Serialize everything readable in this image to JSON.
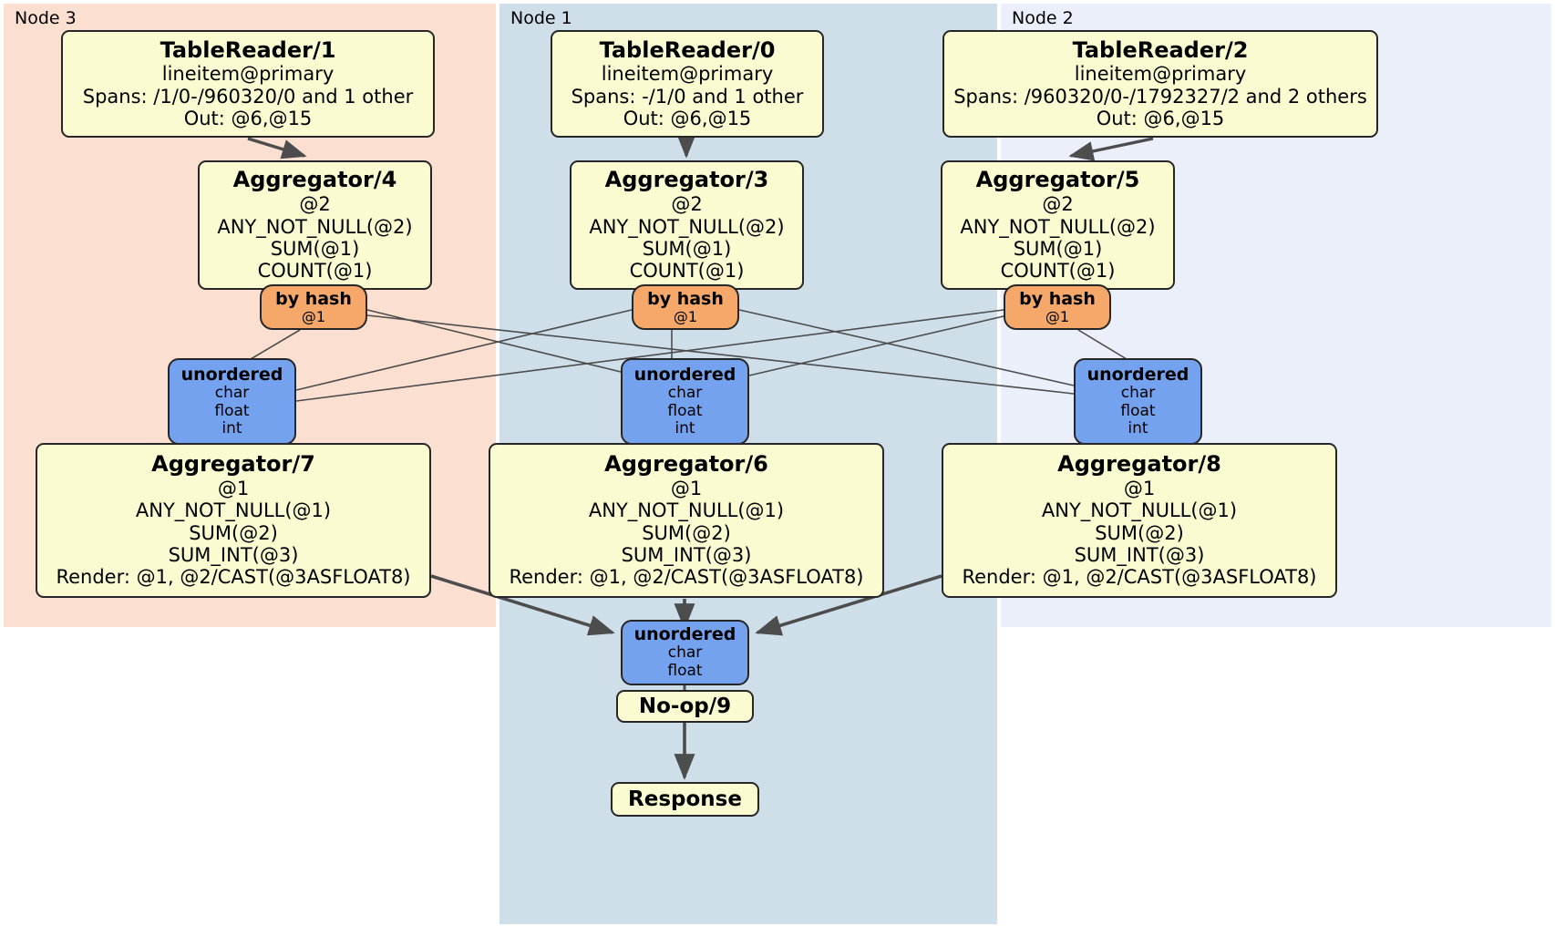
{
  "diagram": {
    "type": "distributed-query-plan",
    "colors": {
      "cluster_node3": "#fbe0d1",
      "cluster_node1": "#cfdfe9",
      "cluster_node2": "#eaeff9",
      "processor_box": "#fbfbd2",
      "router_box": "#f6a86a",
      "synchronizer_box": "#74a2ee",
      "edge": "#4d4d4d",
      "border": "#262626"
    }
  },
  "clusters": [
    {
      "id": "node3",
      "label": "Node 3"
    },
    {
      "id": "node1",
      "label": "Node 1"
    },
    {
      "id": "node2",
      "label": "Node 2"
    }
  ],
  "nodes": {
    "tablereader1": {
      "title": "TableReader/1",
      "lines": [
        "lineitem@primary",
        "Spans: /1/0-/960320/0 and 1 other",
        "Out: @6,@15"
      ]
    },
    "tablereader0": {
      "title": "TableReader/0",
      "lines": [
        "lineitem@primary",
        "Spans: -/1/0 and 1 other",
        "Out: @6,@15"
      ]
    },
    "tablereader2": {
      "title": "TableReader/2",
      "lines": [
        "lineitem@primary",
        "Spans: /960320/0-/1792327/2 and 2 others",
        "Out: @6,@15"
      ]
    },
    "aggregator4": {
      "title": "Aggregator/4",
      "lines": [
        "@2",
        "ANY_NOT_NULL(@2)",
        "SUM(@1)",
        "COUNT(@1)"
      ]
    },
    "aggregator3": {
      "title": "Aggregator/3",
      "lines": [
        "@2",
        "ANY_NOT_NULL(@2)",
        "SUM(@1)",
        "COUNT(@1)"
      ]
    },
    "aggregator5": {
      "title": "Aggregator/5",
      "lines": [
        "@2",
        "ANY_NOT_NULL(@2)",
        "SUM(@1)",
        "COUNT(@1)"
      ]
    },
    "byhash4": {
      "title": "by hash",
      "lines": [
        "@1"
      ]
    },
    "byhash3": {
      "title": "by hash",
      "lines": [
        "@1"
      ]
    },
    "byhash5": {
      "title": "by hash",
      "lines": [
        "@1"
      ]
    },
    "unordered7": {
      "title": "unordered",
      "lines": [
        "char",
        "float",
        "int"
      ]
    },
    "unordered6": {
      "title": "unordered",
      "lines": [
        "char",
        "float",
        "int"
      ]
    },
    "unordered8": {
      "title": "unordered",
      "lines": [
        "char",
        "float",
        "int"
      ]
    },
    "aggregator7": {
      "title": "Aggregator/7",
      "lines": [
        "@1",
        "ANY_NOT_NULL(@1)",
        "SUM(@2)",
        "SUM_INT(@3)",
        "Render: @1, @2/CAST(@3ASFLOAT8)"
      ]
    },
    "aggregator6": {
      "title": "Aggregator/6",
      "lines": [
        "@1",
        "ANY_NOT_NULL(@1)",
        "SUM(@2)",
        "SUM_INT(@3)",
        "Render: @1, @2/CAST(@3ASFLOAT8)"
      ]
    },
    "aggregator8": {
      "title": "Aggregator/8",
      "lines": [
        "@1",
        "ANY_NOT_NULL(@1)",
        "SUM(@2)",
        "SUM_INT(@3)",
        "Render: @1, @2/CAST(@3ASFLOAT8)"
      ]
    },
    "unordered9": {
      "title": "unordered",
      "lines": [
        "char",
        "float"
      ]
    },
    "noop9": {
      "title": "No-op/9",
      "lines": []
    },
    "response": {
      "title": "Response",
      "lines": []
    }
  }
}
